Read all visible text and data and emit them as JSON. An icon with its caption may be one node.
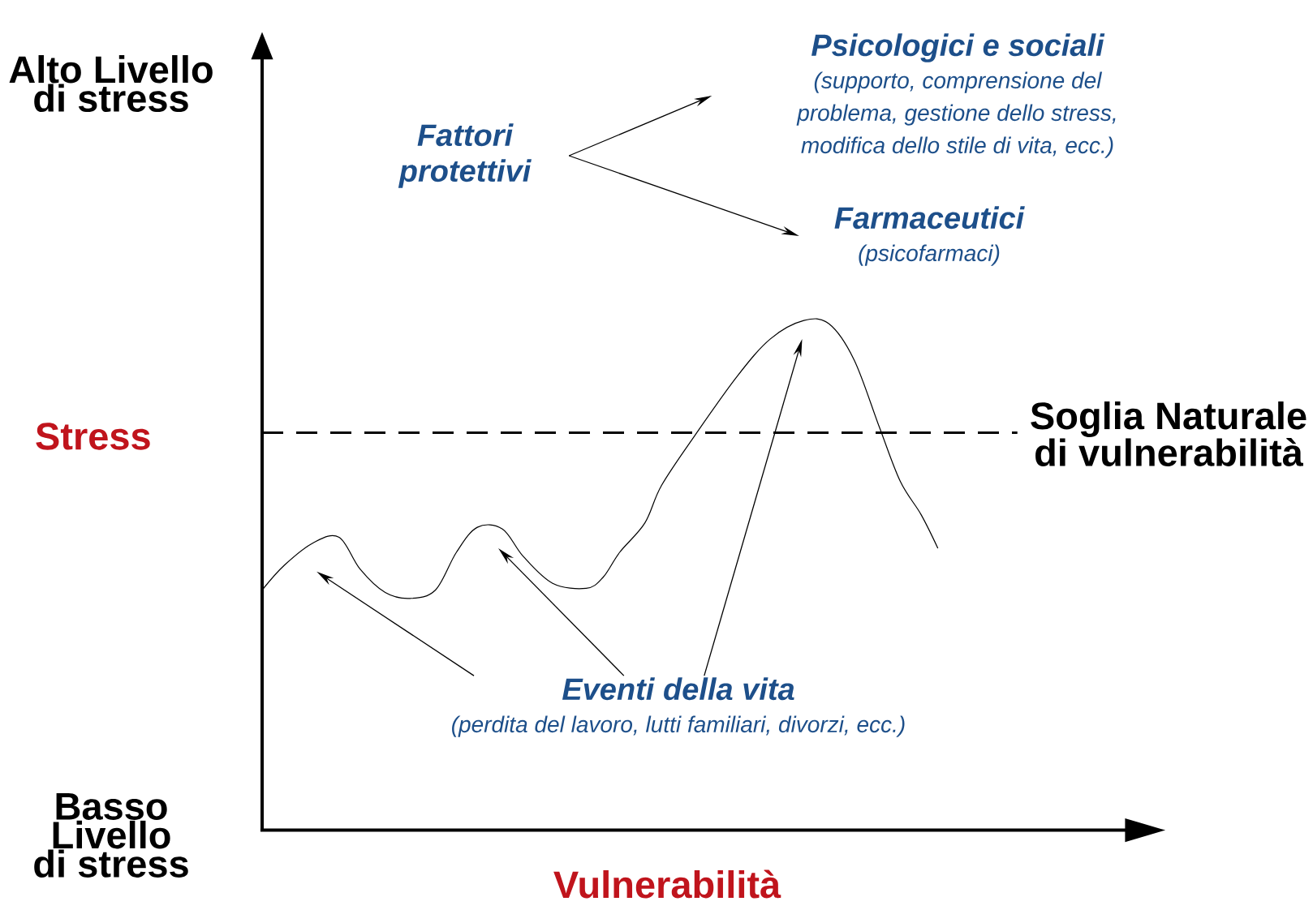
{
  "diagram": {
    "nodes": [
      {
        "text": [
          "Fattori protettivi"
        ]
      },
      {
        "text": [
          "Psicologici e sociali",
          "(supporto, comprensione del problema, gestione dello stress, modifica dello stile di vita, ecc.)"
        ]
      },
      {
        "text": [
          "Farmaceutici",
          "(psicofarmaci)"
        ]
      },
      {
        "text": [
          "Eventi della vita",
          "(perdita del lavoro, lutti familiari, divorzi, ecc.)"
        ]
      }
    ],
    "edges": [
      {
        "from": 0,
        "to": 1,
        "arrow": "to"
      },
      {
        "from": 0,
        "to": 2,
        "arrow": "to"
      },
      {
        "from": 3,
        "to": null,
        "arrow": "to"
      },
      {
        "from": 3,
        "to": null,
        "arrow": "to"
      },
      {
        "from": 3,
        "to": null,
        "arrow": "to"
      }
    ],
    "labels": [
      "Alto Livello di stress",
      "Stress",
      "Soglia Naturale di vulnerabilità",
      "Basso Livello di stress",
      "Vulnerabilità"
    ]
  }
}
